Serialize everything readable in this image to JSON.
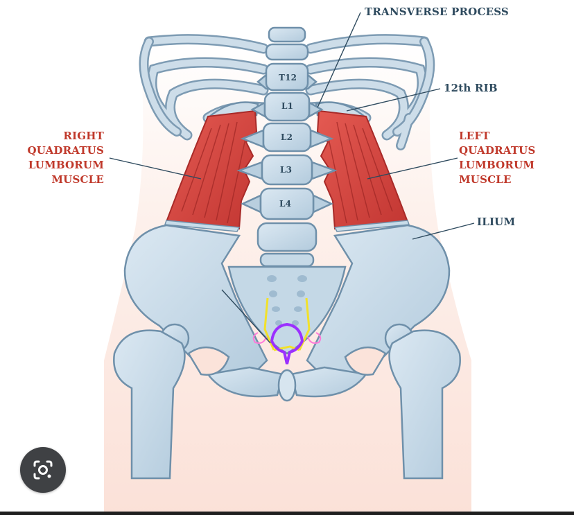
{
  "labels": {
    "transverse_process": "TRANSVERSE PROCESS",
    "rib12": "12th RIB",
    "right_qlm": [
      "RIGHT",
      "QUADRATUS",
      "LUMBORUM",
      "MUSCLE"
    ],
    "left_qlm": [
      "LEFT",
      "QUADRATUS",
      "LUMBORUM",
      "MUSCLE"
    ],
    "ilium": "ILIUM"
  },
  "vertebrae": [
    "T12",
    "L1",
    "L2",
    "L3",
    "L4"
  ],
  "colors": {
    "bone": "#c9dbe8",
    "bone_shade": "#9fbbd0",
    "bone_outline": "#6f90aa",
    "muscle": "#d9463f",
    "muscle_dark": "#a82a28",
    "body_skin": "#fdeee8",
    "label_red": "#c0392b",
    "label_navy": "#2e4a5e",
    "nerve_yellow": "#f2e12a",
    "ureter_purple": "#9b30ff",
    "ovary_pink": "#ff7ad9"
  },
  "icons": {
    "lens_button": "google-lens-icon"
  }
}
